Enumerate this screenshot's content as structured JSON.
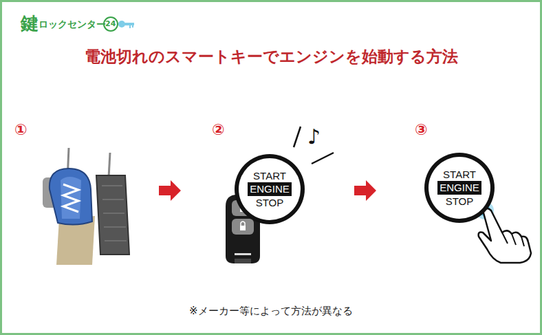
{
  "diagram": {
    "title": "電池切れのスマートキーでエンジンを始動する方法",
    "caption": "※メーカー等によって方法が異なる",
    "nodes": [
      {
        "text": [
          "START",
          "ENGINE",
          "STOP"
        ]
      },
      {
        "text": [
          "START",
          "ENGINE",
          "STOP"
        ]
      }
    ],
    "labels": [
      "鍵",
      "ロックセンター",
      "24",
      "①",
      "②",
      "③",
      "♪"
    ]
  }
}
